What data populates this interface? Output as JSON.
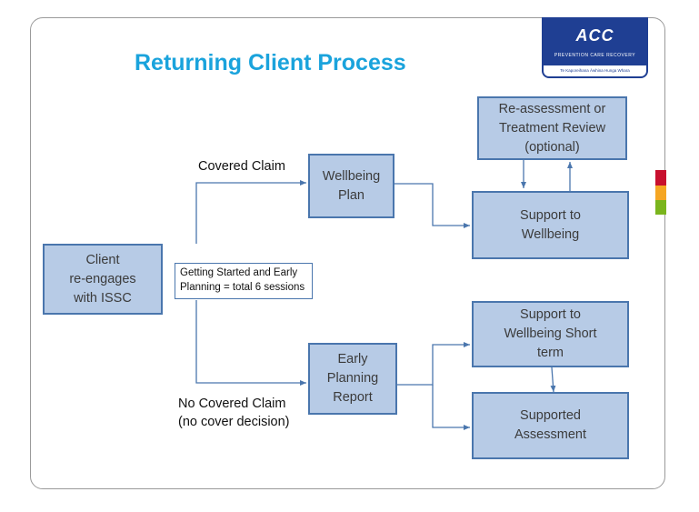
{
  "title": "Returning Client Process",
  "logo": {
    "wordmark": "ACC",
    "tagline": "PREVENTION CARE RECOVERY",
    "subtitle": "Te Kaporeihana Āwhina Hunga Whara"
  },
  "colors": {
    "title": "#1aa3dc",
    "box_fill": "#b7cbe6",
    "box_border": "#4a76ad",
    "connector": "#4a76ad",
    "logo_bg": "#1f3f93",
    "side_bar": [
      "#c8102e",
      "#f5a623",
      "#7ab51d"
    ]
  },
  "nodes": {
    "client": "Client\nre-engages\nwith ISSC",
    "wellbeing_plan": "Wellbeing\nPlan",
    "early_planning": "Early\nPlanning\nReport",
    "reassessment": "Re-assessment or\nTreatment Review\n(optional)",
    "support_wellbeing": "Support to\nWellbeing",
    "support_short_term": "Support to\nWellbeing Short\nterm",
    "supported_assessment": "Supported\nAssessment"
  },
  "note": "Getting Started and Early\nPlanning = total 6 sessions",
  "labels": {
    "covered": "Covered Claim",
    "not_covered": "No Covered Claim\n(no cover decision)"
  }
}
